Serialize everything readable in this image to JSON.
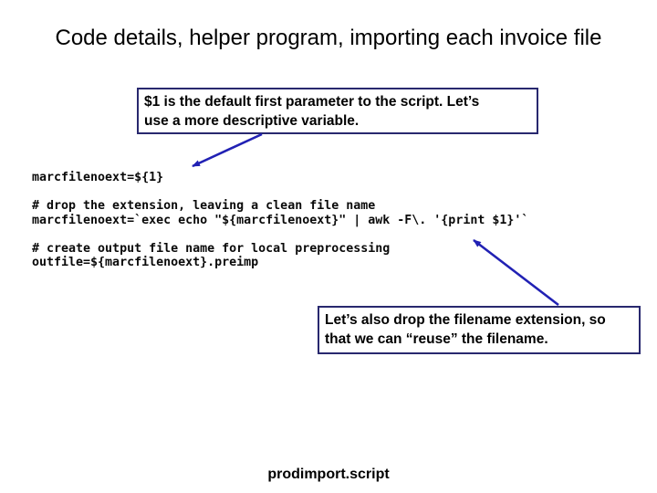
{
  "slide": {
    "title": "Code details, helper program, importing each invoice file",
    "callout_top": {
      "text": "$1 is the default first parameter to the script. Let’s\nuse a more descriptive variable."
    },
    "callout_bottom": {
      "text": "Let’s also drop the filename extension, so\nthat we can “reuse” the filename."
    },
    "code": {
      "lines": [
        "marcfilenoext=${1}",
        "",
        "# drop the extension, leaving a clean file name",
        "marcfilenoext=`exec echo \"${marcfilenoext}\" | awk -F\\. '{print $1}'`",
        "",
        "# create output file name for local preprocessing",
        "outfile=${marcfilenoext}.preimp"
      ]
    },
    "footer_label": "prodimport.script",
    "colors": {
      "callout_border": "#28286e",
      "arrow": "#2121b4",
      "text": "#000000",
      "background": "#ffffff"
    }
  }
}
